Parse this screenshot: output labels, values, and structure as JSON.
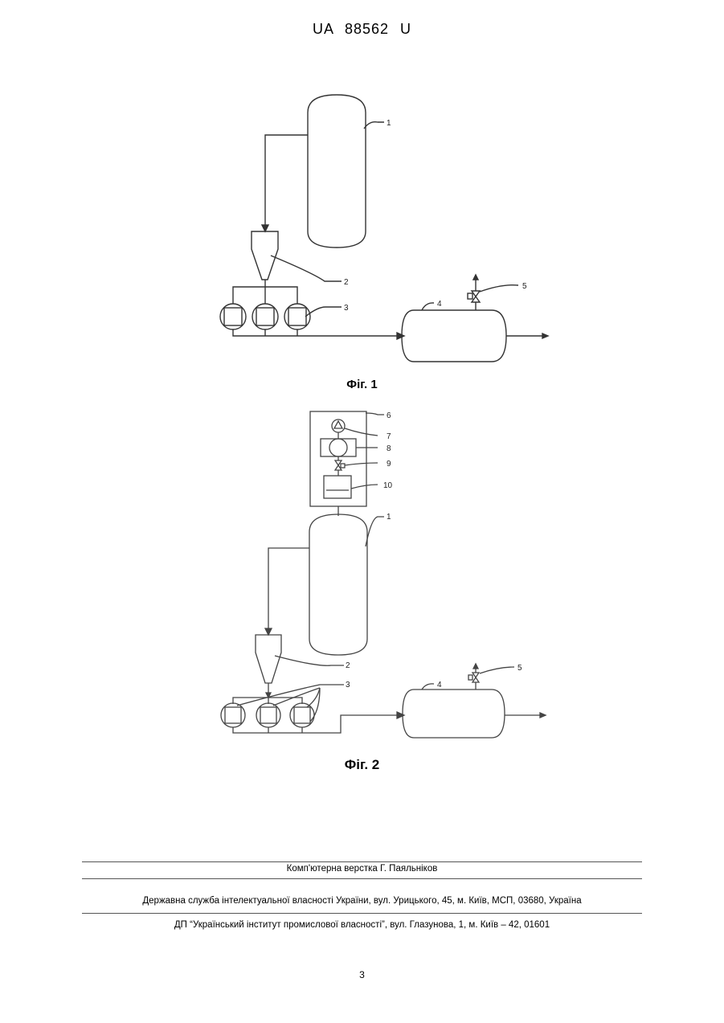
{
  "header": {
    "doc_id": "UA   88562   U"
  },
  "figure1": {
    "caption": "Фіг. 1",
    "labels": [
      "1",
      "2",
      "3",
      "4",
      "5"
    ]
  },
  "figure2": {
    "caption": "Фіг. 2",
    "labels": [
      "6",
      "7",
      "8",
      "9",
      "10",
      "1",
      "2",
      "3",
      "4",
      "5"
    ]
  },
  "footer": {
    "layout_credit": "Комп'ютерна верстка Г. Паяльніков",
    "office": "Державна служба інтелектуальної власності України, вул. Урицького, 45, м. Київ, МСП, 03680, Україна",
    "institute": "ДП “Український інститут промислової власності”, вул. Глазунова, 1, м. Київ – 42, 01601"
  },
  "page_number": "3"
}
